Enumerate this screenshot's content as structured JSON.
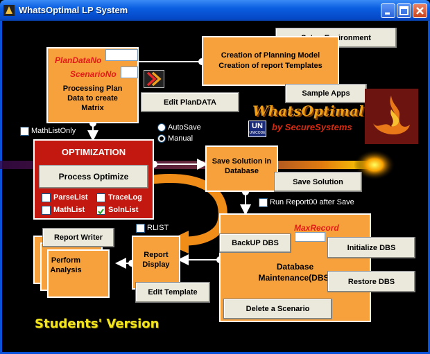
{
  "window": {
    "title": "WhatsOptimal LP System"
  },
  "setup": {
    "env_button": "Setup Environment",
    "model_line1": "Creation of Planning Model",
    "model_line2": "Creation of report Templates",
    "sample_apps": "Sample Apps"
  },
  "plan": {
    "plan_data_label": "PlanDataNo",
    "scenario_label": "ScenarioNo",
    "processing_text_1": "Processing Plan",
    "processing_text_2": "Data to create",
    "processing_text_3": "Matrix",
    "edit_plan_data": "Edit PlanDATA"
  },
  "logo": {
    "main": "WhatsOptimal",
    "by": "by SecureSystems",
    "badge": "UN",
    "badge_sub": "UNICODE"
  },
  "options": {
    "mathlist_only": "MathListOnly",
    "autosave": "AutoSave",
    "manual": "Manual"
  },
  "optimization": {
    "title": "OPTIMIZATION",
    "process_button": "Process Optimize",
    "parselist": "ParseList",
    "tracelog": "TraceLog",
    "mathlist": "MathList",
    "solnlist": "SolnList"
  },
  "save": {
    "box_line1": "Save Solution in",
    "box_line2": "Database",
    "save_button": "Save Solution",
    "run_report": "Run Report00 after Save"
  },
  "report": {
    "rlist": "RLIST",
    "writer": "Report Writer",
    "perform_1": "Perform",
    "perform_2": "Analysis",
    "display_1": "Report",
    "display_2": "Display",
    "edit_template": "Edit Template"
  },
  "db": {
    "max_record": "MaxRecord",
    "backup": "BackUP DBS",
    "initialize": "Initialize DBS",
    "title_1": "Database",
    "title_2": "Maintenance(DBS)",
    "restore": "Restore DBS",
    "delete": "Delete a Scenario"
  },
  "footer": {
    "students": "Students' Version"
  },
  "colors": {
    "box": "#f6a13b",
    "optimization": "#c2180f",
    "title_bar": "#0a5ee0",
    "students": "#f2e51d"
  }
}
